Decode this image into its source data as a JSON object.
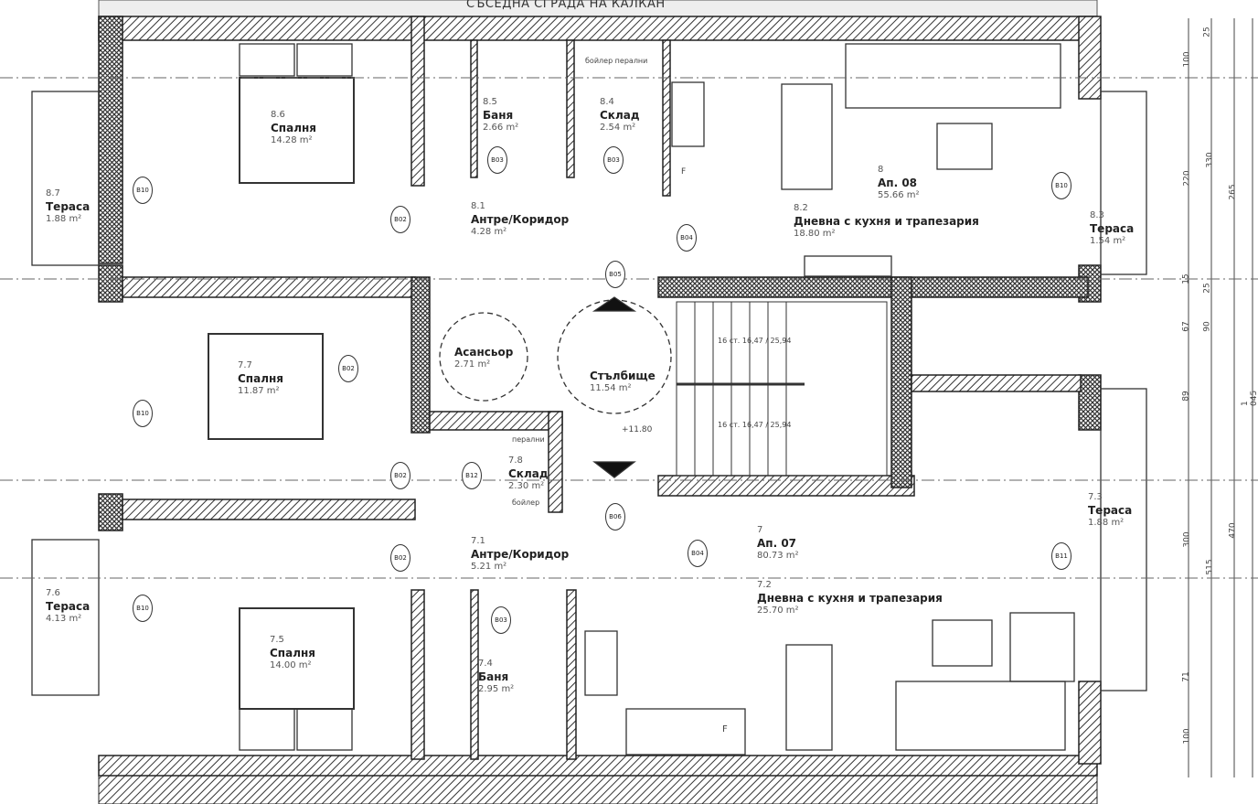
{
  "title": "СЪСЕДНА СГРАДА НА КАЛКАН",
  "level_mark": "+11.80",
  "rooms": [
    {
      "num": "8.6",
      "name": "Спалня",
      "area": "14.28 m²"
    },
    {
      "num": "8.5",
      "name": "Баня",
      "area": "2.66 m²"
    },
    {
      "num": "8.4",
      "name": "Склад",
      "area": "2.54 m²"
    },
    {
      "num": "8.7",
      "name": "Тераса",
      "area": "1.88 m²"
    },
    {
      "num": "8.1",
      "name": "Антре/Коридор",
      "area": "4.28 m²"
    },
    {
      "num": "8",
      "name": "Ап. 08",
      "area": "55.66 m²"
    },
    {
      "num": "8.2",
      "name": "Дневна с кухня и трапезария",
      "area": "18.80 m²"
    },
    {
      "num": "8.3",
      "name": "Тераса",
      "area": "1.54 m²"
    },
    {
      "num": "",
      "name": "Асансьор",
      "area": "2.71 m²"
    },
    {
      "num": "",
      "name": "Стълбище",
      "area": "11.54 m²"
    },
    {
      "num": "7.7",
      "name": "Спалня",
      "area": "11.87 m²"
    },
    {
      "num": "7.8",
      "name": "Склад",
      "area": "2.30 m²"
    },
    {
      "num": "7.1",
      "name": "Антре/Коридор",
      "area": "5.21 m²"
    },
    {
      "num": "7",
      "name": "Ап. 07",
      "area": "80.73 m²"
    },
    {
      "num": "7.2",
      "name": "Дневна с кухня и трапезария",
      "area": "25.70 m²"
    },
    {
      "num": "7.3",
      "name": "Тераса",
      "area": "1.88 m²"
    },
    {
      "num": "7.6",
      "name": "Тераса",
      "area": "4.13 m²"
    },
    {
      "num": "7.5",
      "name": "Спалня",
      "area": "14.00 m²"
    },
    {
      "num": "7.4",
      "name": "Баня",
      "area": "2.95 m²"
    }
  ],
  "notes": {
    "boiler": "бойлер",
    "laundry": "перални",
    "boiler_laundry": "бойлер перални",
    "stairs_up": "16 ст. 16,47 / 25,94",
    "stairs_down": "16 ст. 16,47 / 25,94",
    "fridge": "F"
  },
  "door_tags": [
    "B02",
    "B03",
    "B03",
    "B10",
    "B05",
    "B04",
    "B02",
    "B10",
    "B12",
    "B02",
    "B06",
    "B04",
    "B02",
    "B03",
    "B10",
    "B11",
    "B10"
  ],
  "dimensions": [
    "100",
    "25",
    "330",
    "220",
    "265",
    "15",
    "25",
    "67",
    "90",
    "89",
    "300",
    "470",
    "1 045",
    "515",
    "71",
    "100"
  ]
}
